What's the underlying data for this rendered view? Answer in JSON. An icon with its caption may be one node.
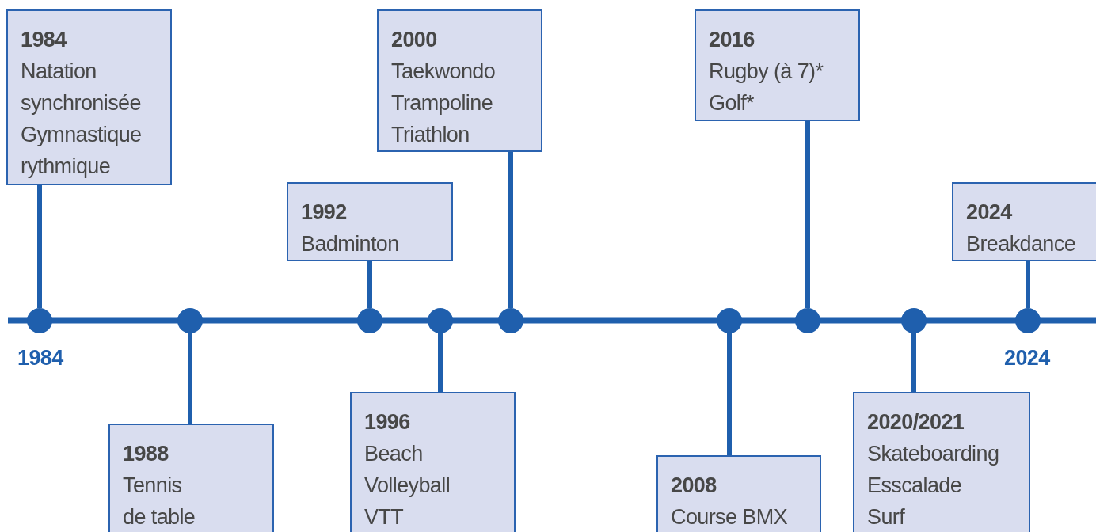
{
  "diagram": {
    "nodes": [
      {
        "text": [
          "1984",
          "Natation synchronisée",
          "Gymnastique rythmique"
        ]
      },
      {
        "text": [
          "1988",
          "Tennis de table"
        ]
      },
      {
        "text": [
          "1992",
          "Badminton"
        ]
      },
      {
        "text": [
          "1996",
          "Beach Volleyball",
          "VTT"
        ]
      },
      {
        "text": [
          "2000",
          "Taekwondo",
          "Trampoline",
          "Triathlon"
        ]
      },
      {
        "text": [
          "2008",
          "Course BMX"
        ]
      },
      {
        "text": [
          "2016",
          "Rugby (à 7)*",
          "Golf*"
        ]
      },
      {
        "text": [
          "2020/2021",
          "Skateboarding",
          "Esscalade",
          "Surf"
        ]
      },
      {
        "text": [
          "2024",
          "Breakdance"
        ]
      },
      {
        "text": [],
        "shape": "circle"
      },
      {
        "text": [],
        "shape": "circle"
      },
      {
        "text": [],
        "shape": "circle"
      },
      {
        "text": [],
        "shape": "circle"
      },
      {
        "text": [],
        "shape": "circle"
      },
      {
        "text": [],
        "shape": "circle"
      },
      {
        "text": [],
        "shape": "circle"
      },
      {
        "text": [],
        "shape": "circle"
      },
      {
        "text": [],
        "shape": "circle"
      }
    ],
    "edges": [
      {
        "from": 0,
        "to": 9,
        "arrow": "none"
      },
      {
        "from": 1,
        "to": 10,
        "arrow": "none"
      },
      {
        "from": 2,
        "to": 11,
        "arrow": "none"
      },
      {
        "from": 3,
        "to": 12,
        "arrow": "none"
      },
      {
        "from": 4,
        "to": 13,
        "arrow": "none"
      },
      {
        "from": 5,
        "to": 14,
        "arrow": "none"
      },
      {
        "from": 6,
        "to": 15,
        "arrow": "none"
      },
      {
        "from": 7,
        "to": 16,
        "arrow": "none"
      },
      {
        "from": 8,
        "to": 17,
        "arrow": "none"
      }
    ],
    "labels": [
      "1984",
      "2024"
    ]
  }
}
